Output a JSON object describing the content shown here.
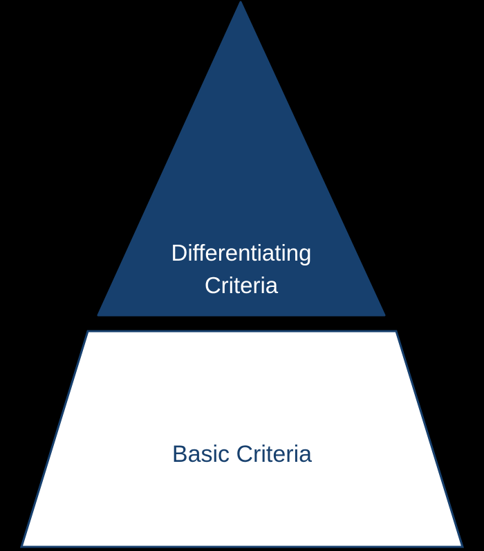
{
  "diagram": {
    "type": "pyramid",
    "background_color": "#000000",
    "segments": {
      "top": {
        "label_line1": "Differentiating",
        "label_line2": "Criteria",
        "fill": "#17406e",
        "stroke": "#17406e",
        "text_color": "#ffffff"
      },
      "bottom": {
        "label": "Basic Criteria",
        "fill": "#ffffff",
        "stroke": "#17406e",
        "text_color": "#17406e"
      }
    }
  }
}
